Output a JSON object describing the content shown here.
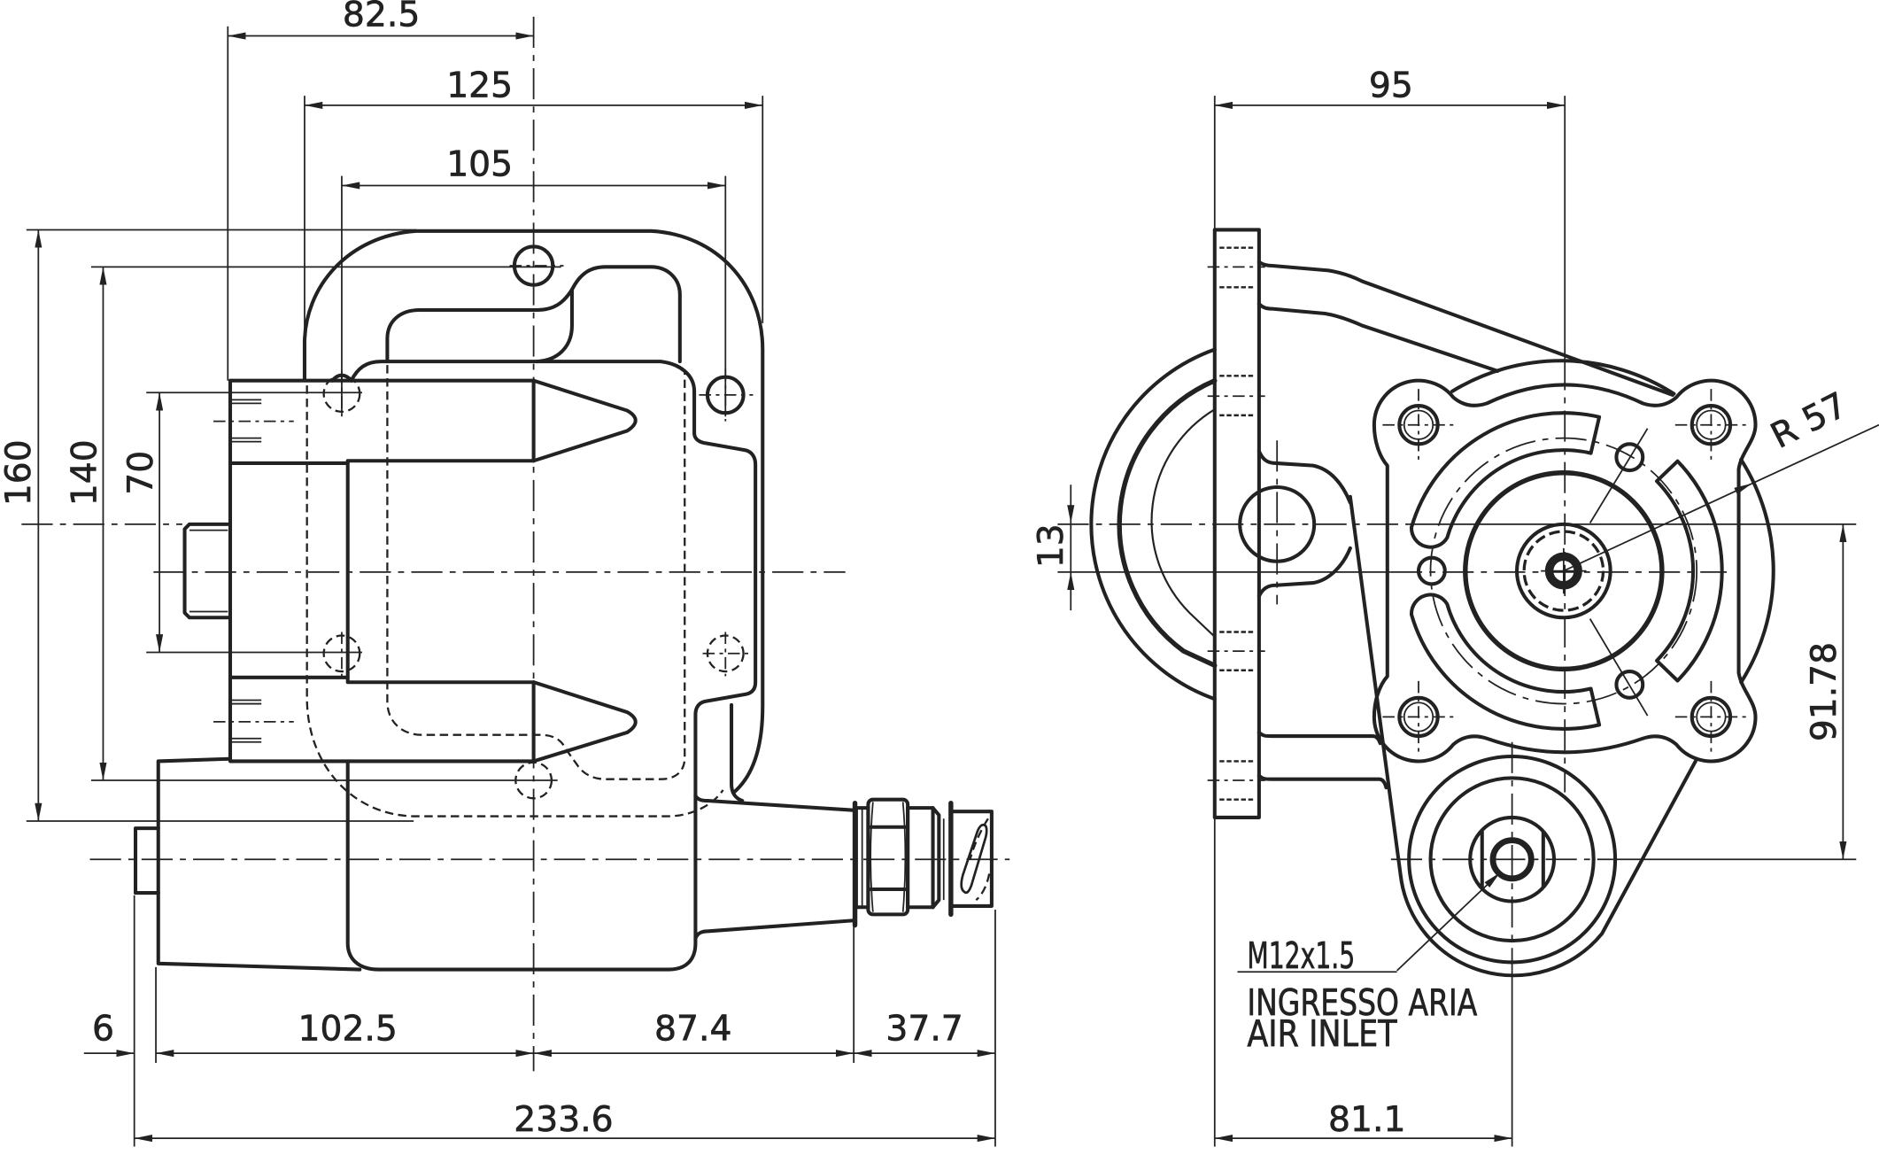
{
  "drawing": {
    "background": "#ffffff",
    "line_color": "#222222"
  },
  "side_view": {
    "dim_handle_offset": "82.5",
    "dim_handle_width": "125",
    "dim_hole_spacing": "105",
    "dim_total_height": "160",
    "dim_hole_height": "140",
    "dim_boss_height": "70",
    "dim_cap": "6",
    "dim_rear_to_center": "102.5",
    "dim_center_to_nozzle": "87.4",
    "dim_fitting": "37.7",
    "dim_overall_length": "233.6"
  },
  "front_view": {
    "dim_flange_to_axis": "95",
    "dim_axis_offset": "13",
    "dim_radius": "R 57",
    "dim_inlet_drop": "91.78",
    "dim_inlet_offset": "81.1",
    "inlet_thread": "M12x1.5",
    "inlet_label_it": "INGRESSO  ARIA",
    "inlet_label_en": "AIR  INLET"
  }
}
